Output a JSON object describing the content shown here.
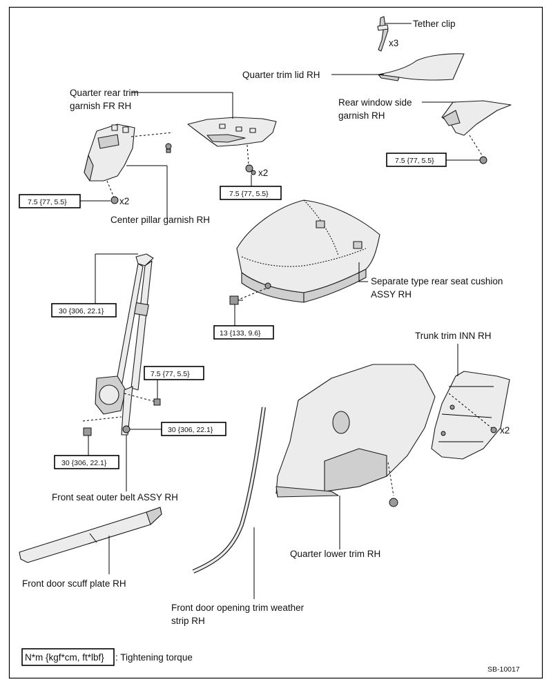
{
  "labels": {
    "tether_clip": "Tether clip",
    "tether_clip_qty": "x3",
    "quarter_trim_lid": "Quarter trim lid RH",
    "quarter_rear_trim_line1": "Quarter rear trim",
    "quarter_rear_trim_line2": "garnish FR RH",
    "rear_window_line1": "Rear window side",
    "rear_window_line2": "garnish RH",
    "center_pillar": "Center pillar garnish RH",
    "center_pillar_qty": "x2",
    "quarter_rear_qty": "x2",
    "seat_cushion_line1": "Separate type rear seat cushion",
    "seat_cushion_line2": "ASSY RH",
    "trunk_trim": "Trunk trim INN RH",
    "trunk_trim_qty": "x2",
    "belt_assy": "Front seat outer belt ASSY RH",
    "scuff_plate": "Front door scuff plate RH",
    "weather_strip_line1": "Front door opening trim weather",
    "weather_strip_line2": "strip RH",
    "quarter_lower_trim": "Quarter lower trim RH"
  },
  "torques": {
    "center_pillar": "7.5 {77, 5.5}",
    "quarter_rear": "7.5 {77, 5.5}",
    "rear_window": "7.5 {77, 5.5}",
    "seat_cushion": "13 {133, 9.6}",
    "belt_upper": "30 {306, 22.1}",
    "belt_middle": "7.5 {77, 5.5}",
    "belt_lower_right": "30 {306, 22.1}",
    "belt_lower_left": "30 {306, 22.1}"
  },
  "legend": {
    "units": "N*m {kgf*cm, ft*lbf}",
    "description": ": Tightening torque"
  },
  "figure_code": "SB-10017"
}
